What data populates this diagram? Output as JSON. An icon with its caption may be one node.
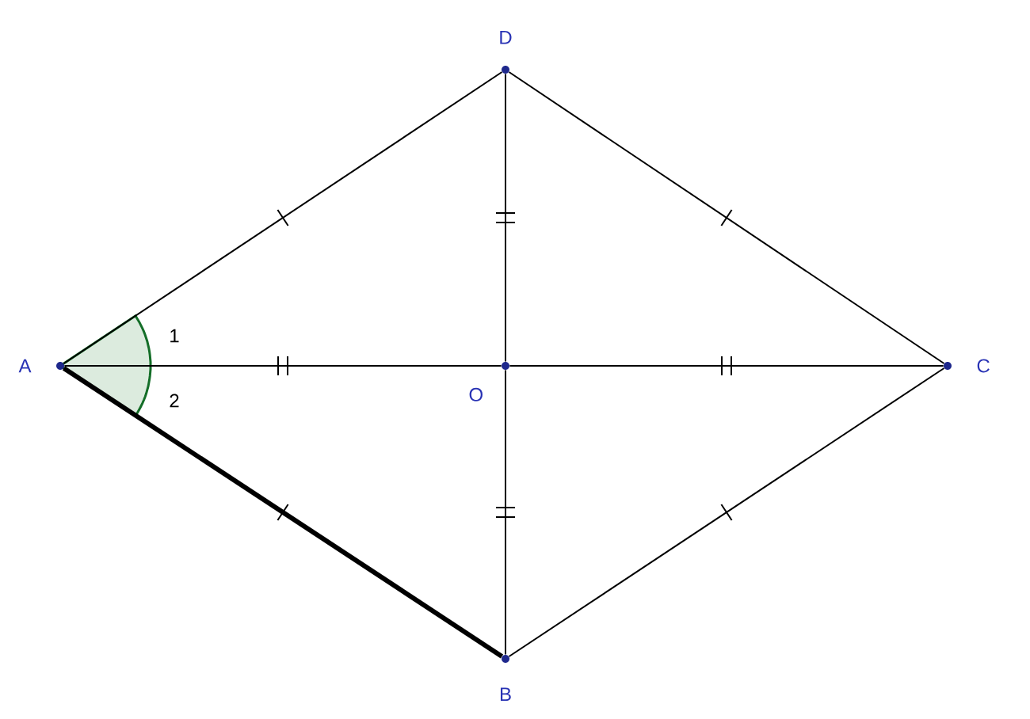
{
  "diagram": {
    "nodes": [
      {
        "text": [
          "A"
        ]
      },
      {
        "text": [
          "D"
        ]
      },
      {
        "text": [
          "C"
        ]
      },
      {
        "text": [
          "B"
        ]
      },
      {
        "text": [
          "O"
        ]
      }
    ],
    "edges": [
      {
        "from": 0,
        "to": 1,
        "arrow": "none"
      },
      {
        "from": 1,
        "to": 2,
        "arrow": "none"
      },
      {
        "from": 2,
        "to": 3,
        "arrow": "none"
      },
      {
        "from": 3,
        "to": 0,
        "arrow": "none",
        "style": "thick"
      },
      {
        "from": 0,
        "to": 4,
        "arrow": "none"
      },
      {
        "from": 4,
        "to": 2,
        "arrow": "none"
      },
      {
        "from": 1,
        "to": 4,
        "arrow": "none"
      },
      {
        "from": 4,
        "to": 3,
        "arrow": "none"
      }
    ],
    "labels": [
      "1",
      "2"
    ]
  }
}
